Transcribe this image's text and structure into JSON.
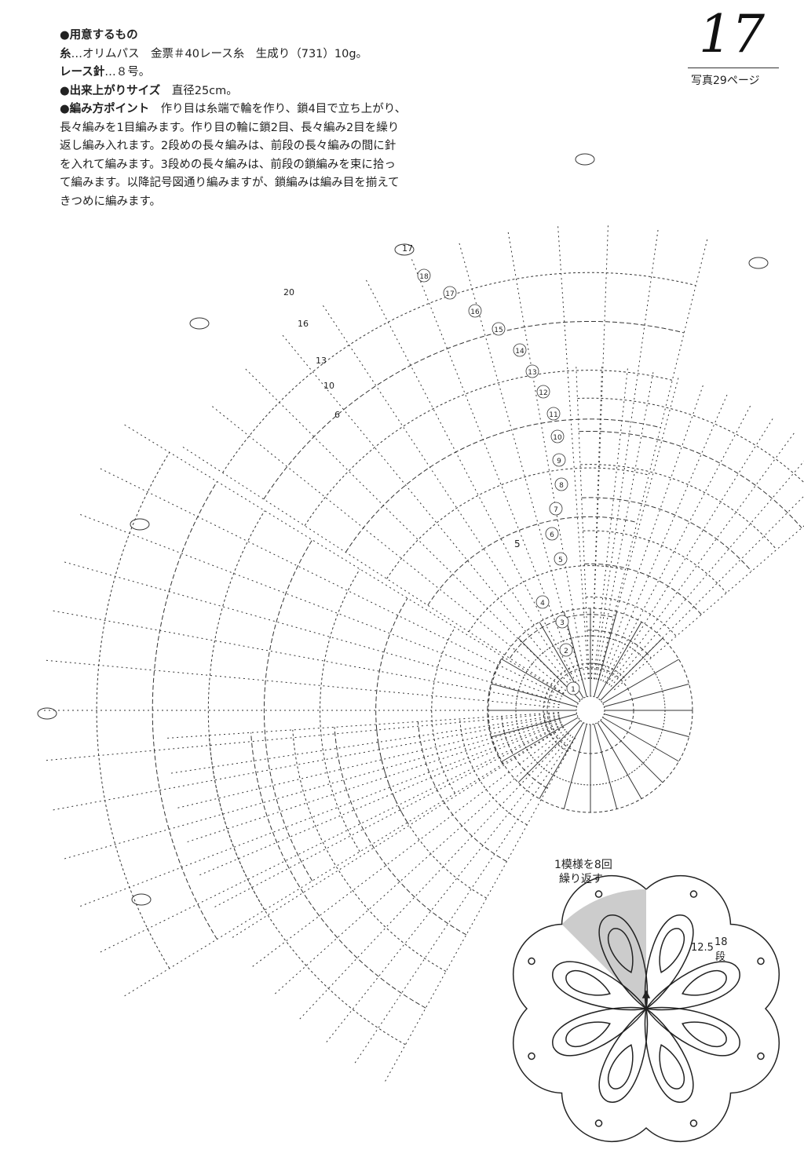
{
  "page": {
    "number": "17",
    "photo_ref": "写真29ページ"
  },
  "materials": {
    "heading": "●用意するもの",
    "yarn_label": "糸",
    "yarn_text": "…オリムパス　金票＃40レース糸　生成り（731）10g。",
    "hook_label": "レース針",
    "hook_text": "…８号。"
  },
  "size": {
    "heading": "●出来上がりサイズ",
    "text": "　直径25cm。"
  },
  "points": {
    "heading": "●編み方ポイント",
    "lines": [
      "　作り目は糸端で輪を作り、鎖4目で立ち上がり、",
      "長々編みを1目編みます。作り目の輪に鎖2目、長々編み2目を繰り",
      "返し編み入れます。2段めの長々編みは、前段の長々編みの間に針",
      "を入れて編みます。3段めの長々編みは、前段の鎖編みを束に拾っ",
      "て編みます。以降記号図通り編みますが、鎖編みは編み目を揃えて",
      "きつめに編みます。"
    ]
  },
  "chart": {
    "round_labels_left": [
      "20",
      "16",
      "13",
      "10",
      "6"
    ],
    "round_labels_center": [
      "18",
      "17",
      "16",
      "15",
      "14",
      "13",
      "12",
      "11",
      "10",
      "9",
      "8",
      "7",
      "6",
      "5",
      "4",
      "3",
      "2",
      "1"
    ],
    "label_5": "5",
    "label_17_top": "17"
  },
  "schematic": {
    "repeat_note_1": "1模様を8回",
    "repeat_note_2": "繰り返す",
    "dimension": "12.5",
    "rounds": "18",
    "rounds_unit": "段"
  },
  "colors": {
    "ink": "#222222",
    "shade": "#cccccc"
  }
}
